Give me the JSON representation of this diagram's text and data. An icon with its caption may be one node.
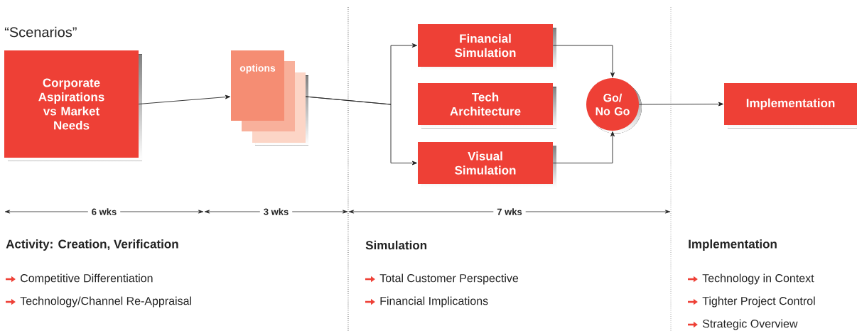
{
  "diagram": {
    "title": "“Scenarios”",
    "nodes": [
      {
        "text": [
          "Corporate Aspirations vs Market Needs"
        ]
      },
      {
        "text": [
          "options"
        ]
      },
      {
        "text": [
          "Financial Simulation"
        ]
      },
      {
        "text": [
          "Tech Architecture"
        ]
      },
      {
        "text": [
          "Visual Simulation"
        ]
      },
      {
        "text": [
          "Go/ No Go"
        ]
      },
      {
        "text": [
          "Implementation"
        ]
      }
    ],
    "edges": [
      {
        "from": 0,
        "to": 1,
        "arrow": "to"
      },
      {
        "from": 1,
        "to": 2,
        "arrow": "to"
      },
      {
        "from": 1,
        "to": 4,
        "arrow": "to"
      },
      {
        "from": 2,
        "to": 5,
        "arrow": "to"
      },
      {
        "from": 4,
        "to": 5,
        "arrow": "to"
      },
      {
        "from": 5,
        "to": 6,
        "arrow": "to"
      }
    ],
    "labels": [
      "6 wks",
      "3 wks",
      "7 wks",
      "Activity: Creation, Verification",
      "Competitive Differentiation",
      "Technology/Channel Re-Appraisal",
      "Simulation",
      "Total Customer Perspective",
      "Financial Implications",
      "Implementation",
      "Technology in Context",
      "Tighter Project Control",
      "Strategic Overview"
    ]
  }
}
